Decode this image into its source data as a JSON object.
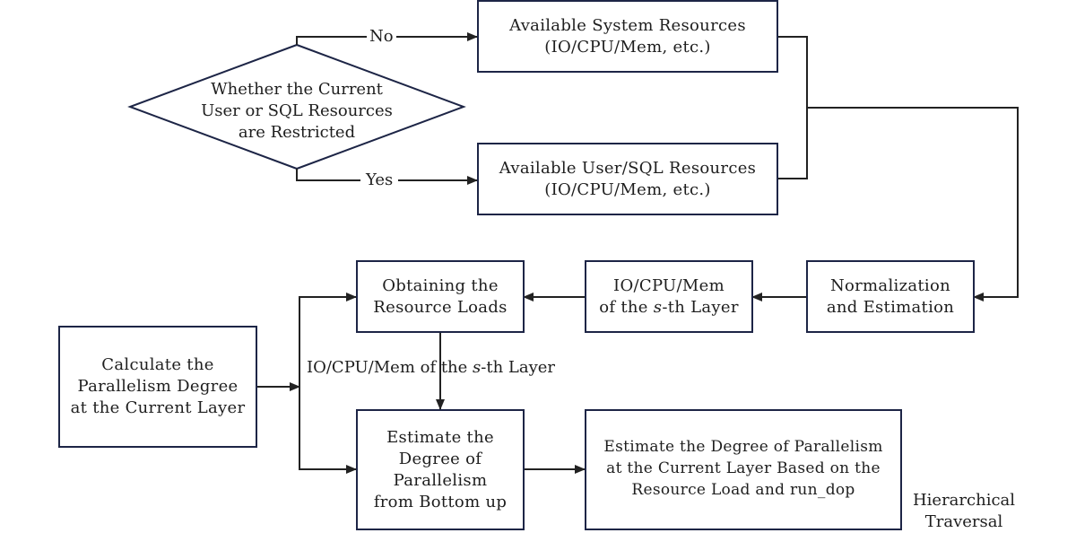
{
  "diagram": {
    "decision": {
      "lines": [
        "Whether the Current",
        "User or SQL Resources",
        "are Restricted"
      ],
      "no_label": "No",
      "yes_label": "Yes"
    },
    "nodes": {
      "system_resources": {
        "lines": [
          "Available System Resources",
          "(IO/CPU/Mem, etc.)"
        ]
      },
      "user_sql_resources": {
        "lines": [
          "Available User/SQL Resources",
          "(IO/CPU/Mem, etc.)"
        ]
      },
      "normalization": {
        "lines": [
          "Normalization",
          "and Estimation"
        ]
      },
      "layer_resources": {
        "line1": "IO/CPU/Mem",
        "line2_pre": "of the ",
        "line2_var": "s",
        "line2_post": "-th Layer"
      },
      "obtaining_loads": {
        "lines": [
          "Obtaining the",
          "Resource Loads"
        ]
      },
      "calculate": {
        "lines": [
          "Calculate the",
          "Parallelism Degree",
          "at the Current Layer"
        ]
      },
      "estimate_bottom_up": {
        "lines": [
          "Estimate the",
          "Degree of",
          "Parallelism",
          "from Bottom up"
        ]
      },
      "estimate_current": {
        "lines": [
          "Estimate the Degree of Parallelism",
          "at the Current Layer Based on the",
          "Resource Load and run_dop"
        ]
      }
    },
    "edge_label": {
      "pre": "IO/CPU/Mem of the ",
      "var": "s",
      "post": "-th Layer"
    },
    "annotation": {
      "lines": [
        "Hierarchical",
        "Traversal"
      ]
    },
    "colors": {
      "box_border": "#1d2546",
      "line": "#222222"
    }
  }
}
